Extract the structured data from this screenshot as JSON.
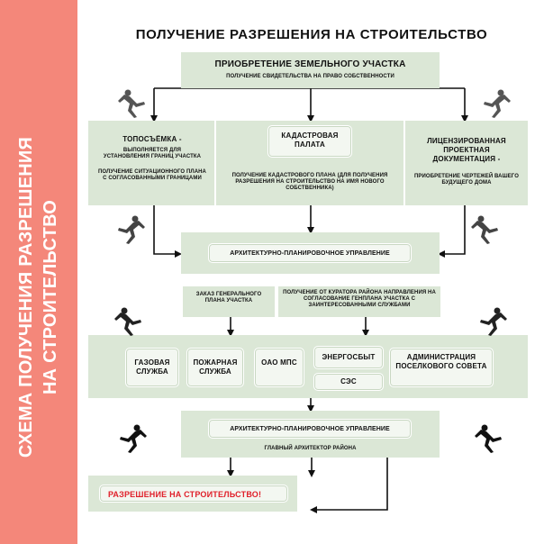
{
  "sidebar": {
    "title_line1": "СХЕМА ПОЛУЧЕНИЯ РАЗРЕШЕНИЯ",
    "title_line2": "НА СТРОИТЕЛЬСТВО",
    "color": "#f4877a"
  },
  "title": "ПОЛУЧЕНИЕ РАЗРЕШЕНИЯ НА СТРОИТЕЛЬСТВО",
  "colors": {
    "box_fill": "#dbe7d6",
    "inner_fill": "#f3f7f1",
    "accent_red": "#e0202a",
    "line": "#111111"
  },
  "steps": {
    "land": {
      "title": "ПРИОБРЕТЕНИЕ ЗЕМЕЛЬНОГО УЧАСТКА",
      "subtitle": "ПОЛУЧЕНИЕ СВИДЕТЕЛЬСТВА НА ПРАВО СОБСТВЕННОСТИ"
    },
    "survey": {
      "title": "ТОПОСЪЁМКА -",
      "text1": "ВЫПОЛНЯЕТСЯ ДЛЯ УСТАНОВЛЕНИЯ ГРАНИЦ УЧАСТКА",
      "text2": "ПОЛУЧЕНИЕ СИТУАЦИОННОГО ПЛАНА С СОГЛАСОВАННЫМИ ГРАНИЦАМИ"
    },
    "cadastre": {
      "title": "КАДАСТРОВАЯ ПАЛАТА",
      "text": "ПОЛУЧЕНИЕ КАДАСТРОВОГО ПЛАНА (ДЛЯ ПОЛУЧЕНИЯ РАЗРЕШЕНИЯ НА СТРОИТЕЛЬСТВО НА ИМЯ НОВОГО СОБСТВЕННИКА)"
    },
    "design": {
      "title": "ЛИЦЕНЗИРОВАННАЯ ПРОЕКТНАЯ ДОКУМЕНТАЦИЯ -",
      "text": "ПРИОБРЕТЕНИЕ ЧЕРТЕЖЕЙ ВАШЕГО БУДУЩЕГО ДОМА"
    },
    "arch1": {
      "title": "АРХИТЕКТУРНО-ПЛАНИРОВОЧНОЕ УПРАВЛЕНИЕ"
    },
    "order_plan": {
      "text": "ЗАКАЗ ГЕНЕРАЛЬНОГО ПЛАНА УЧАСТКА"
    },
    "curator": {
      "text": "ПОЛУЧЕНИЕ ОТ КУРАТОРА РАЙОНА НАПРАВЛЕНИЯ НА СОГЛАСОВАНИЕ ГЕНПЛАНА УЧАСТКА С ЗАИНТЕРЕСОВАННЫМИ СЛУЖБАМИ"
    },
    "services": {
      "gas": "ГАЗОВАЯ СЛУЖБА",
      "fire": "ПОЖАРНАЯ СЛУЖБА",
      "mps": "ОАО МПС",
      "energy": "ЭНЕРГОСБЫТ",
      "ses": "СЭС",
      "admin": "АДМИНИСТРАЦИЯ ПОСЕЛКОВОГО СОВЕТА"
    },
    "arch2": {
      "title": "АРХИТЕКТУРНО-ПЛАНИРОВОЧНОЕ УПРАВЛЕНИЕ",
      "subtitle": "ГЛАВНЫЙ АРХИТЕКТОР РАЙОНА"
    },
    "permit": {
      "title": "РАЗРЕШЕНИЕ НА СТРОИТЕЛЬСТВО!"
    }
  },
  "decorations": {
    "runner_icons": [
      "runner-icon",
      "runner-icon",
      "runner-icon",
      "runner-icon",
      "runner-icon",
      "runner-icon",
      "runner-icon",
      "runner-icon"
    ]
  }
}
